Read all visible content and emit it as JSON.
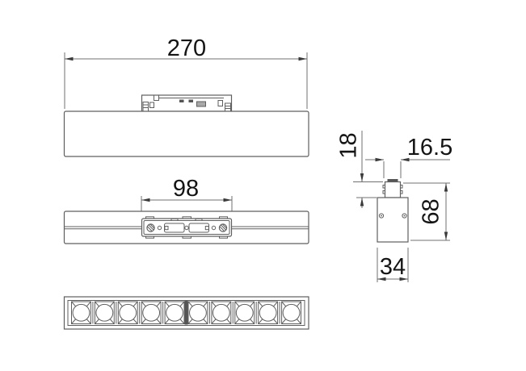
{
  "drawing": {
    "dimensions": {
      "overall_length": "270",
      "adapter_length": "98",
      "adapter_height": "18",
      "adapter_top_width": "16.5",
      "total_height": "68",
      "body_width": "34"
    },
    "bottom_view": {
      "cell_count": 10
    },
    "colors": {
      "bg": "#ffffff",
      "line": "#5f5f5f",
      "dim_line": "#707070",
      "arrow": "#3a3a3a",
      "text": "#141414",
      "fill_dark": "#555555",
      "fill_gray": "#a8a8a8"
    }
  }
}
